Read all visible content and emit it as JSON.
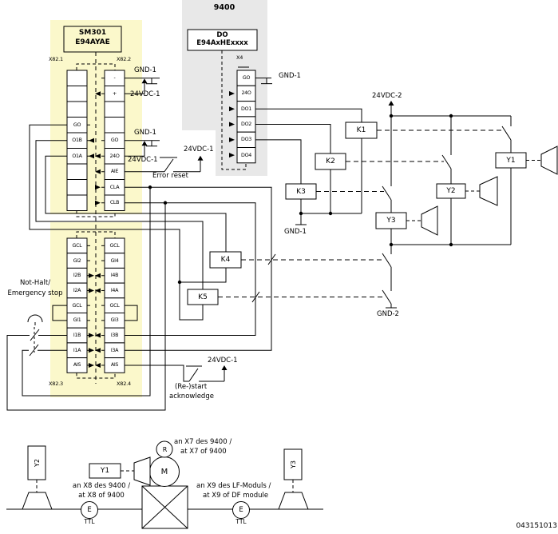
{
  "diagram": {
    "sm301": {
      "title_line1": "SM301",
      "title_line2": "E94AYAE",
      "connector_labels": {
        "x821": "X82.1",
        "x822": "X82.2",
        "x823": "X82.3",
        "x824": "X82.4"
      },
      "upper_left_terminals": [
        "",
        "",
        "",
        "GO",
        "O1B",
        "O1A",
        "",
        "",
        ""
      ],
      "upper_right_terminals": [
        "-",
        "+",
        "",
        "",
        "GO",
        "24O",
        "AIE",
        "CLA",
        "CLB"
      ],
      "lower_left_terminals": [
        "GCL",
        "GI2",
        "I2B",
        "I2A",
        "GCL",
        "GI1",
        "I1B",
        "I1A",
        "AIS"
      ],
      "lower_right_terminals": [
        "GCL",
        "GI4",
        "I4B",
        "I4A",
        "GCL",
        "GI3",
        "I3B",
        "I3A",
        "AIS"
      ]
    },
    "module9400": {
      "title": "9400",
      "box_line1": "DO",
      "box_line2": "E94AxHExxxx",
      "connector_label": "X4",
      "terminals": [
        "GO",
        "24O",
        "DO1",
        "DO2",
        "DO3",
        "DO4"
      ]
    },
    "relays": [
      "K1",
      "K2",
      "K3",
      "K4",
      "K5"
    ],
    "valves": [
      "Y1",
      "Y2",
      "Y3"
    ],
    "power": {
      "gnd1": "GND-1",
      "gnd2": "GND-2",
      "v24_1": "24VDC-1",
      "v24_2": "24VDC-2"
    },
    "annotations": {
      "error_reset": "Error reset",
      "restart_line1": "(Re-)start",
      "restart_line2": "acknowledge",
      "estop_line1": "Not-Halt/",
      "estop_line2": "Emergency stop"
    },
    "bottom": {
      "y1": "Y1",
      "y2": "Y2",
      "y3": "Y3",
      "motor": "M",
      "resolver": "R",
      "encoder": "E",
      "ttl": "TTL",
      "x8_line1": "an X8 des 9400 /",
      "x8_line2": "at X8 of 9400",
      "x7_line1": "an X7 des 9400 /",
      "x7_line2": "at X7 of 9400",
      "x9_line1": "an X9 des LF-Moduls /",
      "x9_line2": "at X9 of DF module"
    },
    "doc_number": "043151013",
    "colors": {
      "highlight_yellow": "#FBF8CB",
      "module_gray": "#E8E8E8",
      "line": "#000000"
    }
  }
}
